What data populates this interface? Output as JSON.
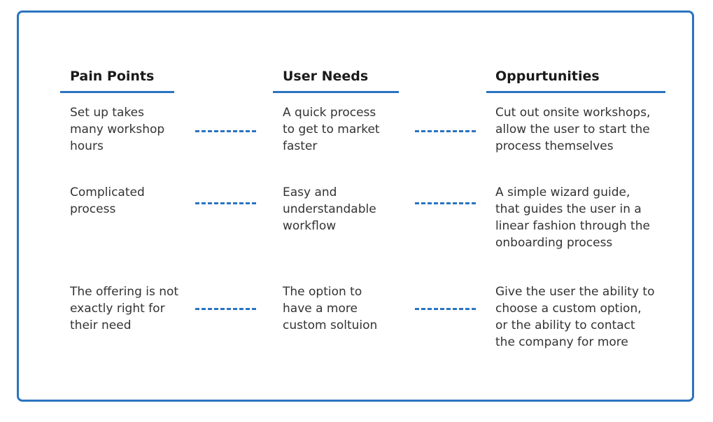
{
  "headers": {
    "pain_points": "Pain Points",
    "user_needs": "User Needs",
    "opportunities": "Oppurtunities"
  },
  "rows": [
    {
      "pain": [
        "Set up takes",
        "many workshop",
        "hours"
      ],
      "need": [
        "A quick process",
        "to get to market",
        "faster"
      ],
      "opportunity": [
        "Cut out onsite workshops,",
        "allow the user to start the",
        "process themselves"
      ]
    },
    {
      "pain": [
        "Complicated",
        "process"
      ],
      "need": [
        "Easy and",
        "understandable",
        "workflow"
      ],
      "opportunity": [
        "A simple wizard guide,",
        "that guides the user in a",
        "linear fashion through the",
        "onboarding process"
      ]
    },
    {
      "pain": [
        "The offering is not",
        "exactly right for",
        "their need"
      ],
      "need": [
        "The option to",
        "have a more",
        "custom soltuion"
      ],
      "opportunity": [
        "Give the user the ability to",
        "choose a custom option,",
        "or the ability to contact",
        "the company for more"
      ]
    }
  ],
  "colors": {
    "accent": "#2a74c0",
    "heading": "#1a1a1a",
    "text": "#333333"
  }
}
